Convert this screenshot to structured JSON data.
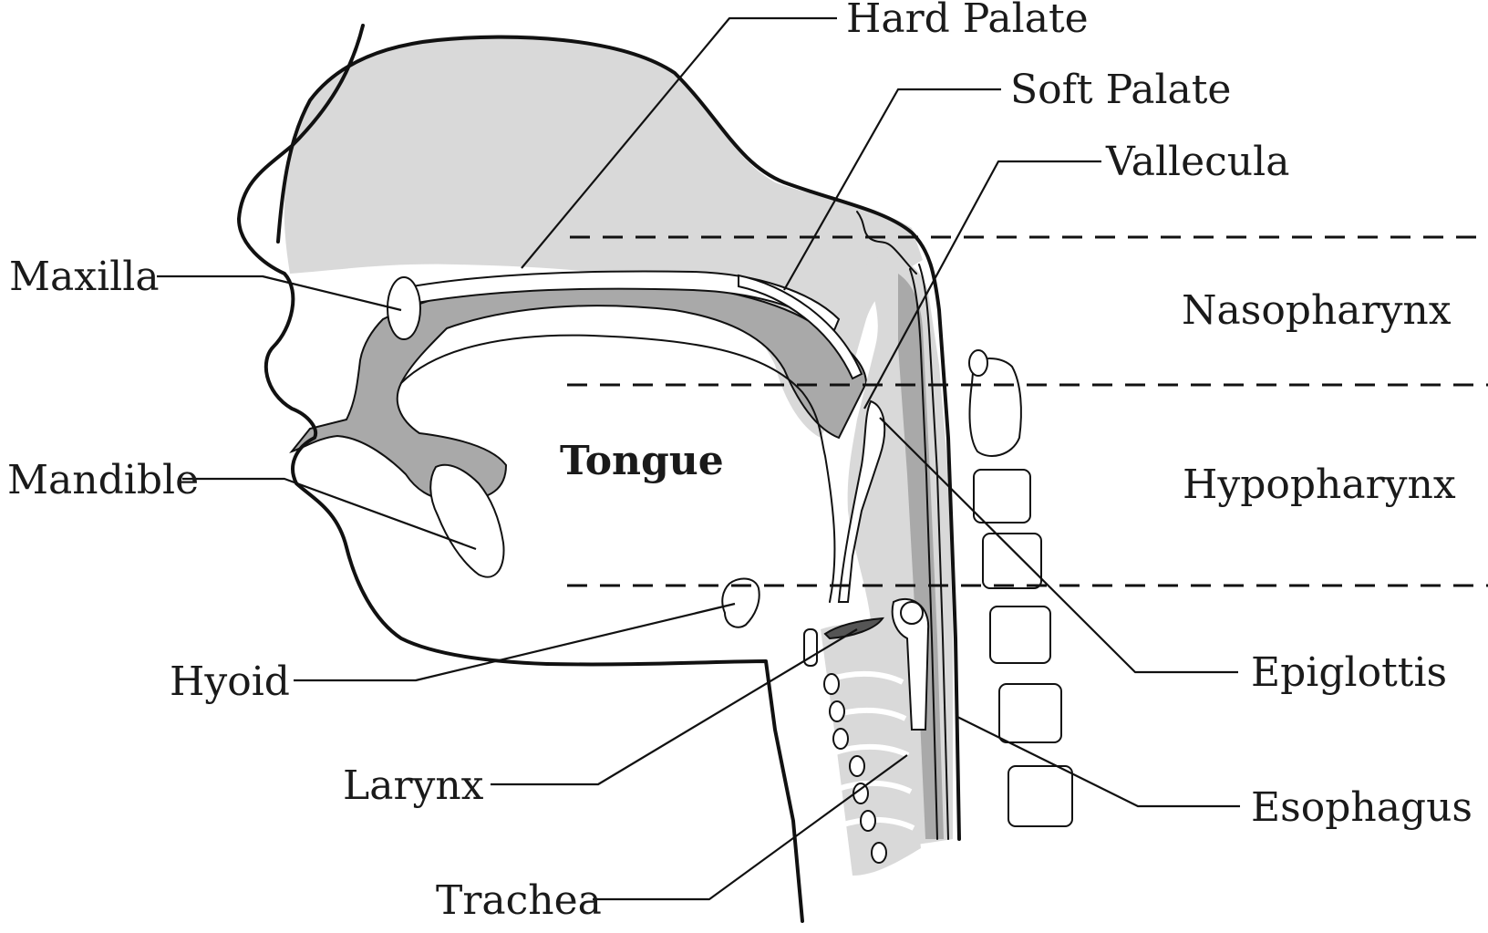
{
  "labels": {
    "hard_palate": "Hard Palate",
    "soft_palate": "Soft Palate",
    "vallecula": "Vallecula",
    "maxilla": "Maxilla",
    "nasopharynx": "Nasopharynx",
    "tongue": "Tongue",
    "mandible": "Mandible",
    "hypopharynx": "Hypopharynx",
    "hyoid": "Hyoid",
    "epiglottis": "Epiglottis",
    "larynx": "Larynx",
    "esophagus": "Esophagus",
    "trachea": "Trachea"
  },
  "colors": {
    "tissue_light": "#d9d9d9",
    "tissue_dark": "#a9a9a9",
    "bone": "#ffffff",
    "ink": "#111111"
  }
}
